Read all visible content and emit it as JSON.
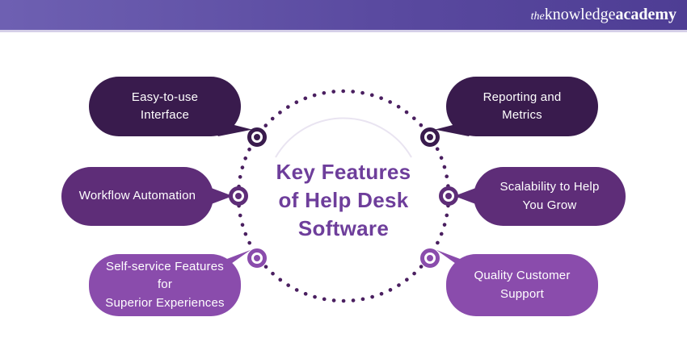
{
  "header": {
    "logo": {
      "the": "the",
      "knowledge": "knowledge",
      "academy": "academy"
    },
    "gradient_left": "#6e60b2",
    "gradient_right": "#4e3d94"
  },
  "diagram": {
    "title": "Key Features\nof Help Desk\nSoftware",
    "title_color": "#6e3e9b",
    "dotted_circle_color": "#4a1f60",
    "palette": {
      "dark": "#391b4d",
      "medium": "#5e2d78",
      "light": "#8a4cac"
    },
    "features": [
      {
        "id": "easy-to-use-interface",
        "label": "Easy-to-use\nInterface",
        "color": "#391b4d",
        "position": "top-left"
      },
      {
        "id": "workflow-automation",
        "label": "Workflow Automation",
        "color": "#5e2d78",
        "position": "middle-left"
      },
      {
        "id": "self-service-features",
        "label": "Self-service Features for\nSuperior Experiences",
        "color": "#8a4cac",
        "position": "bottom-left"
      },
      {
        "id": "reporting-and-metrics",
        "label": "Reporting and\nMetrics",
        "color": "#391b4d",
        "position": "top-right"
      },
      {
        "id": "scalability-to-help-you-grow",
        "label": "Scalability to Help\nYou Grow",
        "color": "#5e2d78",
        "position": "middle-right"
      },
      {
        "id": "quality-customer-support",
        "label": "Quality Customer\nSupport",
        "color": "#8a4cac",
        "position": "bottom-right"
      }
    ]
  }
}
